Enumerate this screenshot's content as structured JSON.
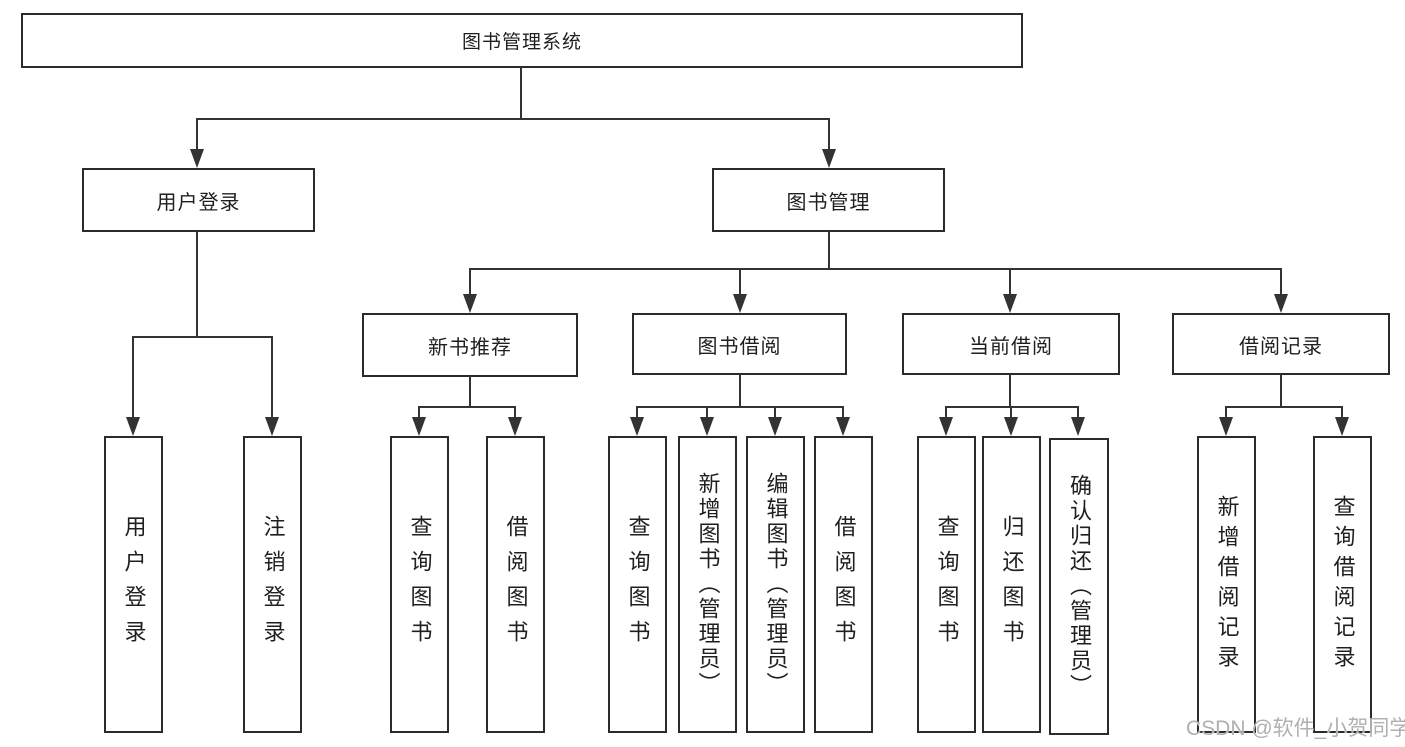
{
  "diagram": {
    "root": {
      "label": "图书管理系统"
    },
    "level2": [
      {
        "label": "用户登录"
      },
      {
        "label": "图书管理"
      }
    ],
    "level3": [
      {
        "label": "新书推荐"
      },
      {
        "label": "图书借阅"
      },
      {
        "label": "当前借阅"
      },
      {
        "label": "借阅记录"
      }
    ],
    "leaves": [
      {
        "label": "用户登录"
      },
      {
        "label": "注销登录"
      },
      {
        "label": "查询图书"
      },
      {
        "label": "借阅图书"
      },
      {
        "label": "查询图书"
      },
      {
        "label": "新增图书（管理员）"
      },
      {
        "label": "编辑图书（管理员）"
      },
      {
        "label": "借阅图书"
      },
      {
        "label": "查询图书"
      },
      {
        "label": "归还图书"
      },
      {
        "label": "确认归还（管理员）"
      },
      {
        "label": "新增借阅记录"
      },
      {
        "label": "查询借阅记录"
      }
    ],
    "watermark": "CSDN @软件_小贺同学"
  },
  "colors": {
    "line": "#333333",
    "box_border": "#2b2b2b",
    "text": "#1f1f1f",
    "watermark": "#b0b0b0"
  }
}
